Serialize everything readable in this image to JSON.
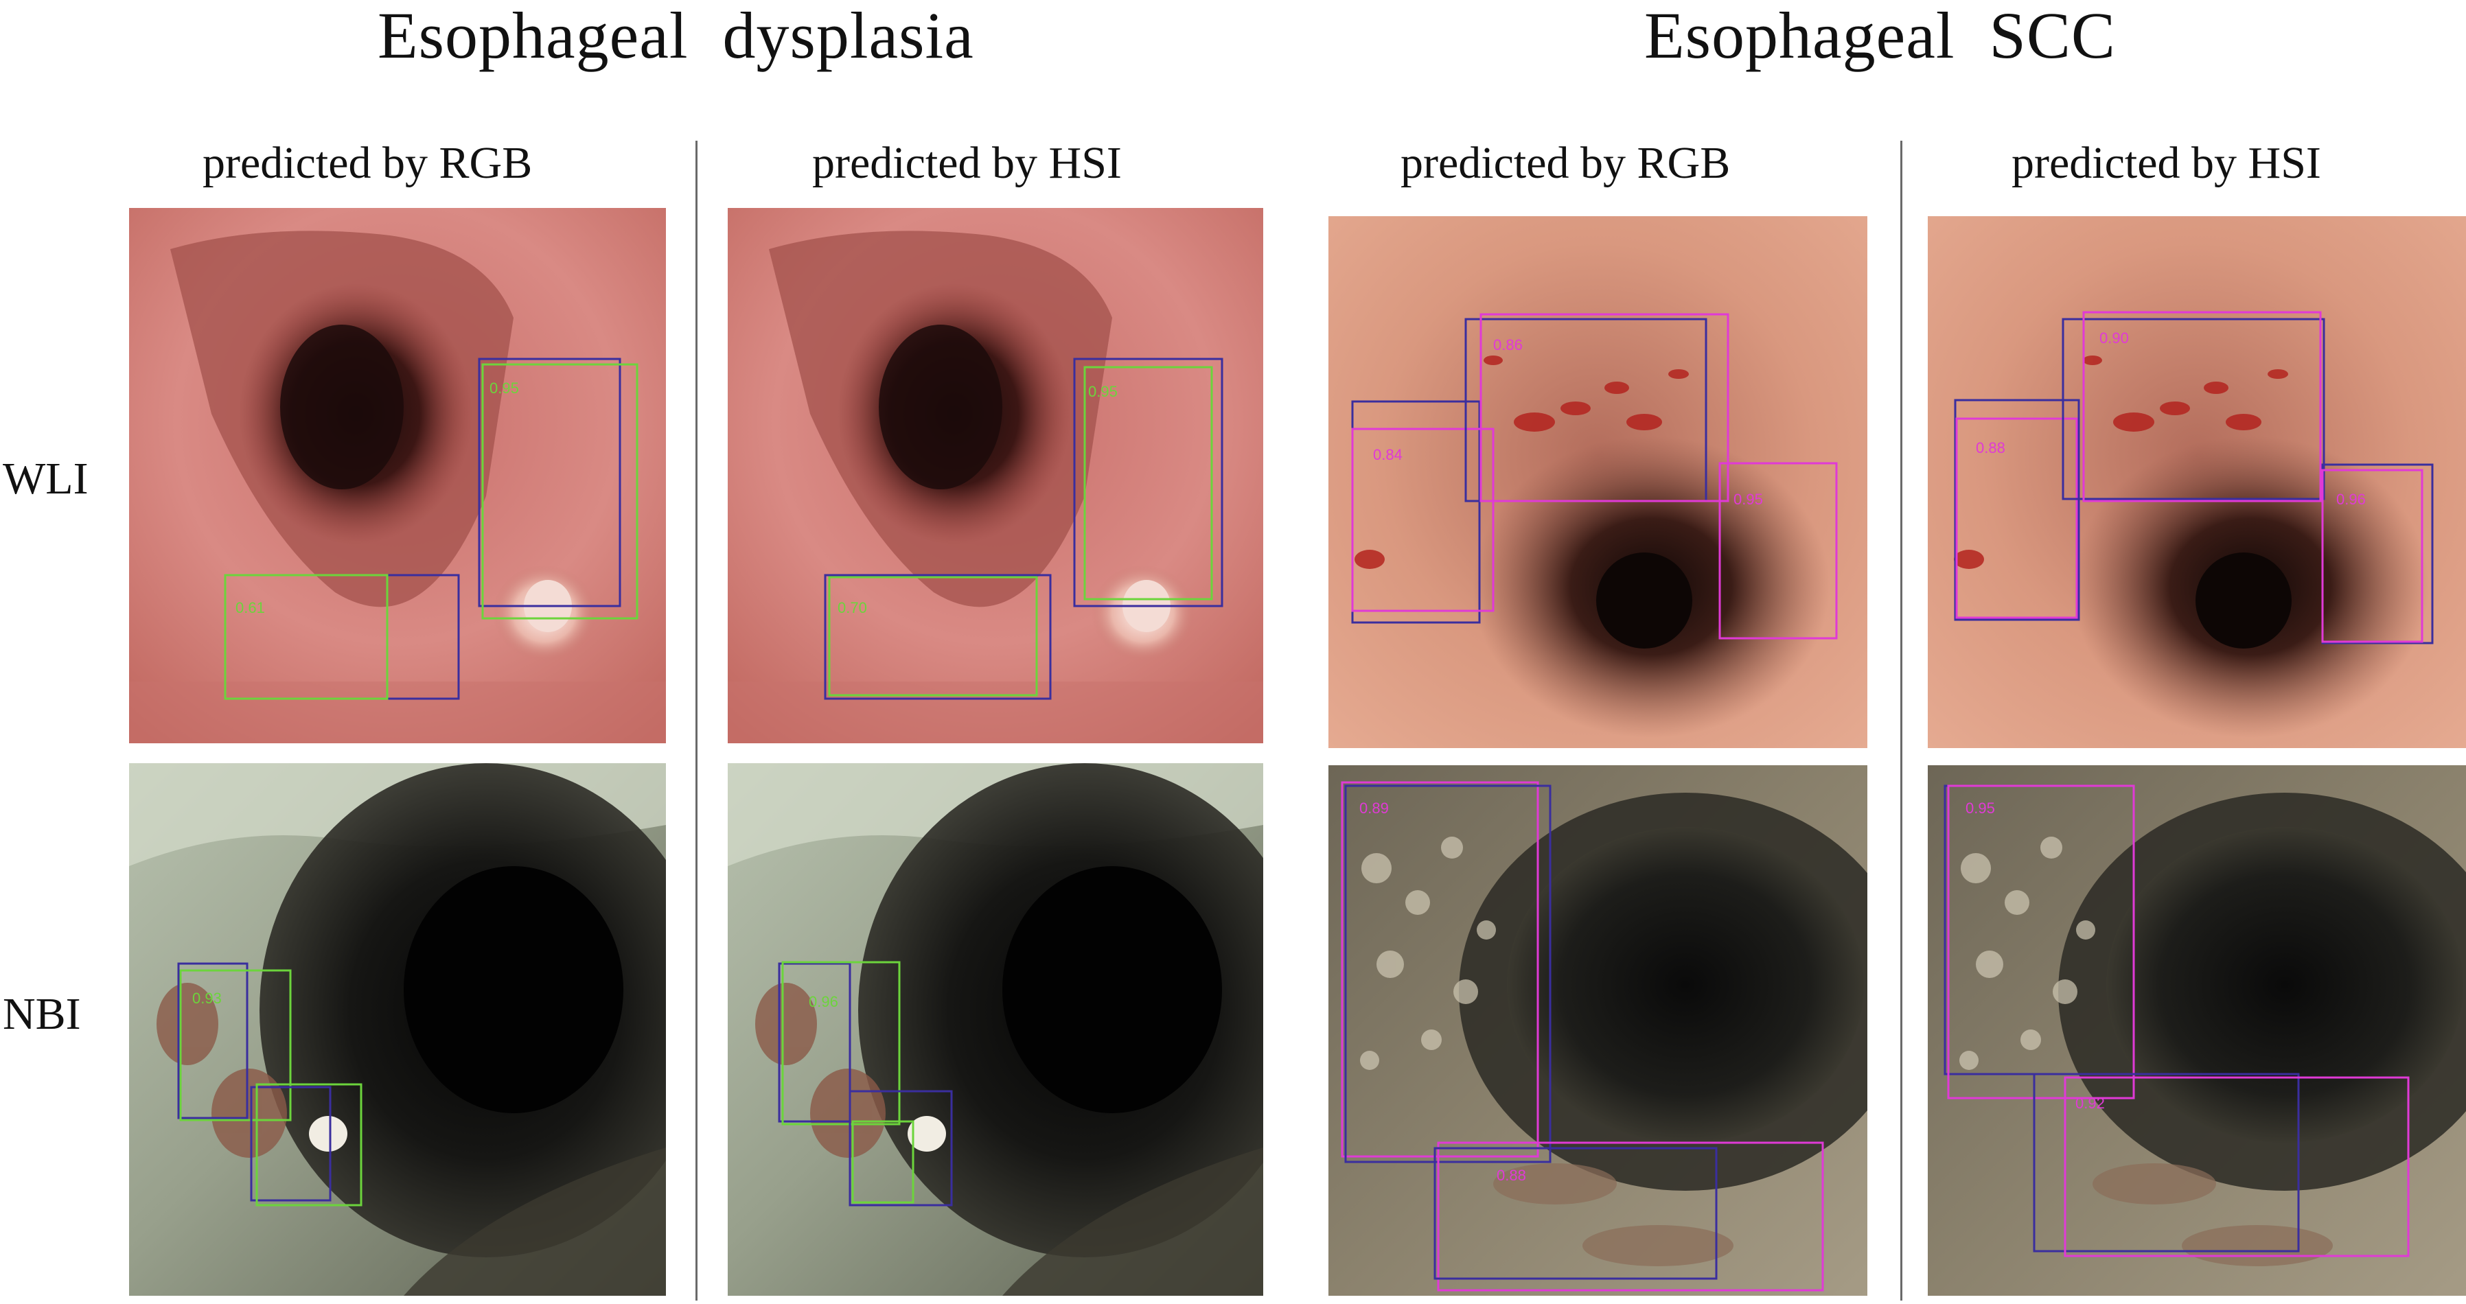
{
  "figure": {
    "groups": [
      {
        "title": "Esophageal  dysplasia",
        "col_titles": [
          "predicted by RGB",
          "predicted by HSI"
        ]
      },
      {
        "title": "Esophageal  SCC",
        "col_titles": [
          "predicted by RGB",
          "predicted by HSI"
        ]
      }
    ],
    "row_labels": [
      "WLI",
      "NBI"
    ],
    "colors": {
      "rgb_box_dysplasia": "#6cd43c",
      "hsi_box": "#3a2e9e",
      "rgb_box_scc": "#e03ad6"
    },
    "panels": {
      "dys_rgb_wli": {
        "scores": [
          "0.95",
          "0.61"
        ]
      },
      "dys_hsi_wli": {
        "scores": [
          "0.95",
          "0.70"
        ]
      },
      "scc_rgb_wli": {
        "scores": [
          "0.86",
          "0.84",
          "0.95"
        ]
      },
      "scc_hsi_wli": {
        "scores": [
          "0.90",
          "0.88",
          "0.96"
        ]
      },
      "dys_rgb_nbi": {
        "scores": [
          "0.93"
        ]
      },
      "dys_hsi_nbi": {
        "scores": [
          "0.96"
        ]
      },
      "scc_rgb_nbi": {
        "scores": [
          "0.89",
          "0.88"
        ]
      },
      "scc_hsi_nbi": {
        "scores": [
          "0.95",
          "0.92"
        ]
      }
    }
  }
}
